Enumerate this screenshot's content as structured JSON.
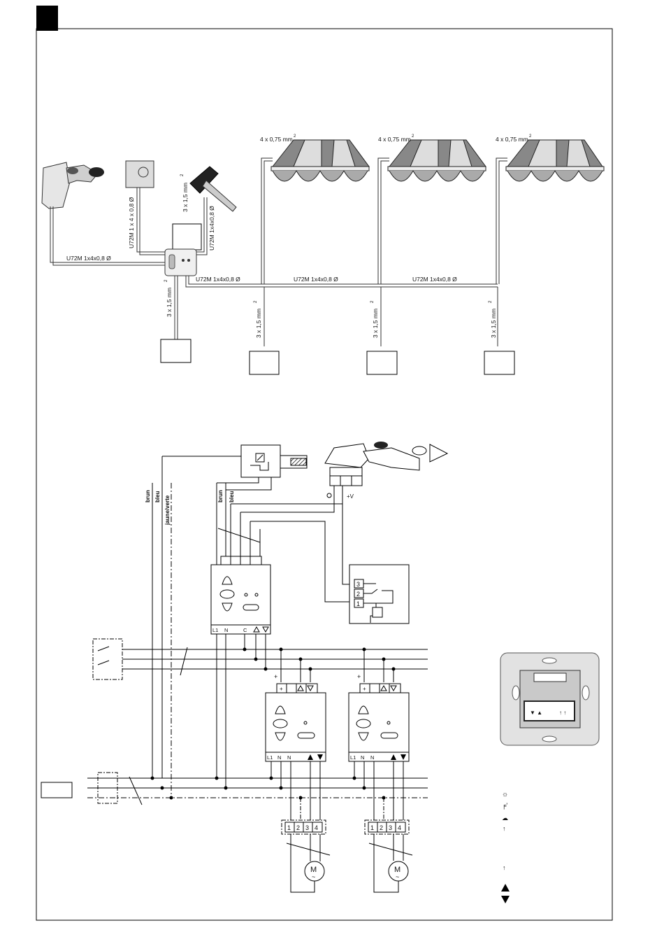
{
  "top_wiring": {
    "cable_left": "U72M 1x4x0,8 Ø",
    "cable_sensor": "U72M 1 x 4 x 0,8 Ø",
    "cable_wind": "U72M 1x4x0,8 Ø",
    "wind_power": "3 x 1,5 mm",
    "main_power": "3 x 1,5 mm",
    "bus_cable_1": "U72M 1x4x0,8 Ø",
    "bus_cable_2": "U72M 1x4x0,8 Ø",
    "bus_cable_3": "U72M 1x4x0,8 Ø",
    "awning_cable": "4 x 0,75 mm",
    "awning_power": "3 x 1,5 mm",
    "squared": "2"
  },
  "schematic": {
    "wire_brun": "brun",
    "wire_bleu": "bleu",
    "wire_jaune_verte": "jaune/verte",
    "sensor_brun": "brun",
    "sensor_bleu": "bleu",
    "sensor_plus_v": "+V",
    "controller_terminals": [
      "L1",
      "N",
      "C"
    ],
    "actuator_top_plus": "+",
    "actuator_terminals": [
      "L1",
      "N",
      "N"
    ],
    "relay_terminals": [
      "3",
      "2",
      "1"
    ],
    "motor_terminals": [
      "1",
      "2",
      "3",
      "4"
    ],
    "motor_label": "M",
    "motor_ac": "~"
  },
  "legend": {
    "symbols": [
      "sun-icon",
      "antenna-icon",
      "cloud-icon",
      "arrow-icon",
      "arrow-icon",
      "up-triangle-icon",
      "down-triangle-icon"
    ]
  }
}
